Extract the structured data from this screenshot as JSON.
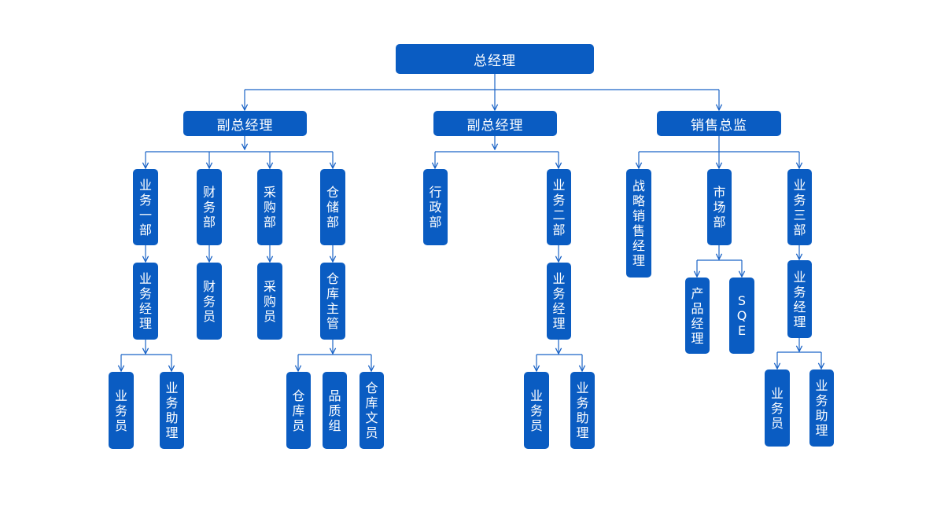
{
  "colors": {
    "node_fill": "#0a5cc2",
    "node_text": "#ffffff",
    "connector": "#1a63c6",
    "background": "#ffffff"
  },
  "org": {
    "root": "总经理",
    "branch_1": {
      "head": "副总经理",
      "dept_1": "业务一部",
      "dept_1_manager": "业务经理",
      "dept_1_staff": "业务员",
      "dept_1_assistant": "业务助理",
      "finance": "财务部",
      "finance_staff": "财务员",
      "purchasing": "采购部",
      "purchasing_staff": "采购员",
      "warehouse": "仓储部",
      "warehouse_supervisor": "仓库主管",
      "warehouse_keeper": "仓库员",
      "quality_team": "品质组",
      "warehouse_clerk": "仓库文员"
    },
    "branch_2": {
      "head": "副总经理",
      "admin": "行政部",
      "dept_2": "业务二部",
      "dept_2_manager": "业务经理",
      "dept_2_staff": "业务员",
      "dept_2_assistant": "业务助理"
    },
    "branch_3": {
      "head": "销售总监",
      "strategy_sales_manager": "战略销售经理",
      "marketing": "市场部",
      "product_manager": "产品经理",
      "sqe": "SQE",
      "dept_3": "业务三部",
      "dept_3_manager": "业务经理",
      "dept_3_staff": "业务员",
      "dept_3_assistant": "业务助理"
    }
  }
}
